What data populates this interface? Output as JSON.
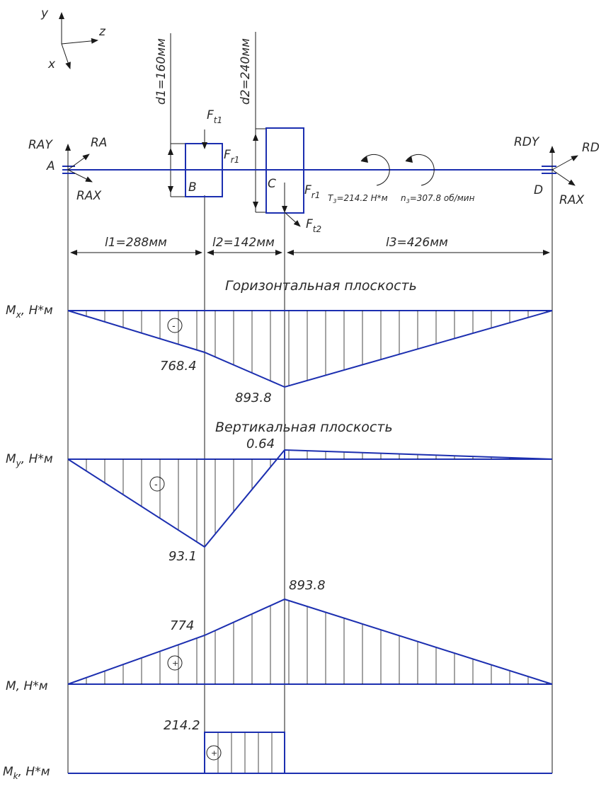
{
  "axes": {
    "y": "y",
    "z": "z",
    "x": "x"
  },
  "diameters": {
    "d1": "d1=160мм",
    "d2": "d2=240мм"
  },
  "supports": {
    "a": "A",
    "ray": "RAY",
    "ra": "RA",
    "rax_left": "RAX",
    "d": "D",
    "rdy": "RDY",
    "rd": "RD",
    "rax_right": "RAX"
  },
  "points": {
    "b": "B",
    "c": "C"
  },
  "forces": {
    "ft1_main": "F",
    "ft1_sub": "t1",
    "fr1_top_main": "F",
    "fr1_top_sub": "r1",
    "fr1_bot_main": "F",
    "fr1_bot_sub": "r1",
    "ft2_main": "F",
    "ft2_sub": "t2"
  },
  "torque": {
    "t3": "T",
    "t3_sub": "3",
    "t3_value": "=214.2 Н*м",
    "n3": "n",
    "n3_sub": "3",
    "n3_value": "=307.8 об/мин"
  },
  "spans": {
    "l1": "l1=288мм",
    "l2": "l2=142мм",
    "l3": "l3=426мм"
  },
  "planes": {
    "horizontal": "Горизонтальная плоскость",
    "vertical": "Вертикальная плоскость"
  },
  "diagram_labels": {
    "mx": "M",
    "mx_sub": "x",
    "mx_unit": ", Н*м",
    "my": "M",
    "my_sub": "y",
    "my_unit": ", Н*м",
    "m": "M, Н*м",
    "mk": "M",
    "mk_sub": "k",
    "mk_unit": ", Н*м"
  },
  "signs": {
    "minus": "-",
    "plus": "+"
  },
  "moment_values": {
    "mx_b": "768.4",
    "mx_c": "893.8",
    "my_c": "0.64",
    "my_b": "93.1",
    "m_b": "774",
    "m_c": "893.8",
    "mk": "214.2"
  },
  "chart_data": {
    "type": "diagram",
    "spans_mm": [
      288,
      142,
      426
    ],
    "series": [
      {
        "name": "Горизонтальная плоскость",
        "points": [
          [
            "A",
            0
          ],
          [
            "B",
            -768.4
          ],
          [
            "C",
            -893.8
          ],
          [
            "D",
            0
          ]
        ]
      },
      {
        "name": "Вертикальная плоскость",
        "points": [
          [
            "A",
            0
          ],
          [
            "B",
            -93.1
          ],
          [
            "C",
            0.64
          ],
          [
            "D",
            0
          ]
        ]
      },
      {
        "name": "M, Н*м",
        "points": [
          [
            "A",
            0
          ],
          [
            "B",
            774
          ],
          [
            "C",
            893.8
          ],
          [
            "D",
            0
          ]
        ]
      },
      {
        "name": "Mk, Н*м",
        "points": [
          [
            "B",
            214.2
          ],
          [
            "C",
            214.2
          ]
        ]
      }
    ]
  }
}
